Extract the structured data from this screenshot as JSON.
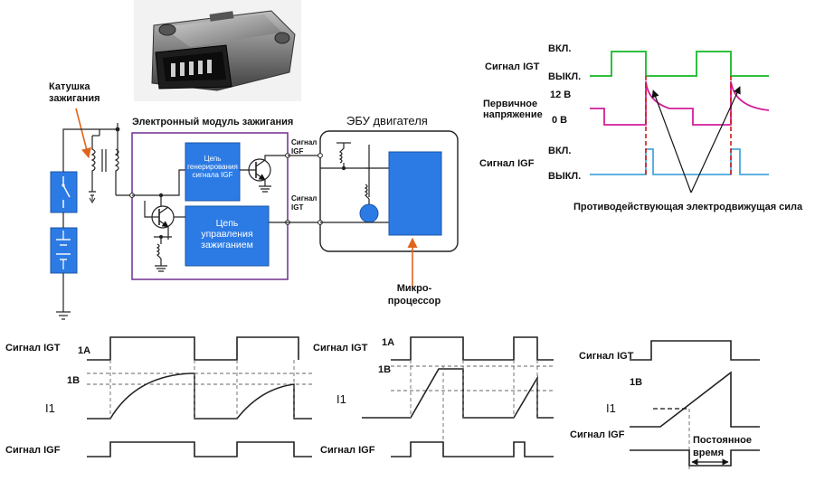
{
  "labels": {
    "coil": "Катушка\nзажигания",
    "igniter_module": "Электронный модуль зажигания",
    "ecu": "ЭБУ двигателя",
    "igf_circuit": "Цепь\nгенерирования\nсигнала IGF",
    "ignition_control": "Цепь\nуправления\nзажиганием",
    "igf_signal_line": "Сигнал\nIGF",
    "igt_signal_line": "Сигнал\nIGT",
    "microprocessor": "Микро-\nпроцессор"
  },
  "waveform_top": {
    "igt_label": "Сигнал IGT",
    "on": "ВКЛ.",
    "off": "ВЫКЛ.",
    "primary_label": "Первичное\nнапряжение",
    "v12": "12 В",
    "v0": "0 В",
    "igf_label": "Сигнал IGF",
    "on2": "ВКЛ.",
    "off2": "ВЫКЛ.",
    "back_emf": "Противодействующая электродвижущая сила"
  },
  "graphs": [
    {
      "igt": "Сигнал IGT",
      "a1": "1A",
      "b1": "1B",
      "i1": "I1",
      "igf": "Сигнал IGF"
    },
    {
      "igt": "Сигнал IGT",
      "a1": "1A",
      "b1": "1B",
      "i1": "I1",
      "igf": "Сигнал IGF"
    },
    {
      "igt": "Сигнал IGT",
      "b1": "1B",
      "i1": "I1",
      "igf": "Сигнал IGF",
      "const_time": "Постоянное\nвремя"
    }
  ],
  "colors": {
    "igt_wave": "#2fbf3f",
    "primary_wave": "#d21f9a",
    "igf_wave": "#4aa7d9",
    "block_blue": "#2c7be5",
    "module_border": "#7a3b96",
    "arrow_orange": "#e0641e",
    "marker_red": "#d21a1a"
  }
}
